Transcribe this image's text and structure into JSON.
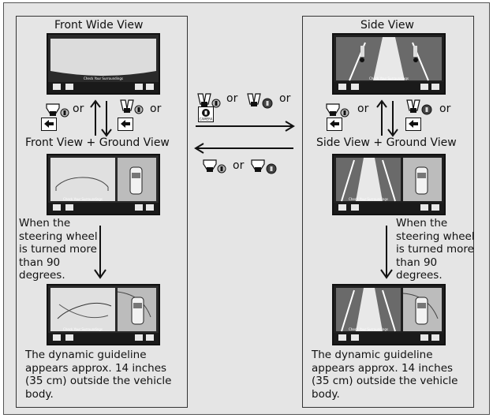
{
  "left_panel": {
    "title": "Front Wide View",
    "middle_label": "Front View + Ground View",
    "turn_caption": [
      "When the",
      "steering wheel",
      "is turned more",
      "than 90",
      "degrees."
    ],
    "bottom_caption": [
      "The dynamic guideline",
      "appears approx. 14 inches",
      "(35 cm) outside the vehicle",
      "body."
    ]
  },
  "right_panel": {
    "title": "Side View",
    "middle_label": "Side View + Ground View",
    "turn_caption": [
      "When the",
      "steering wheel",
      "is turned more",
      "than 90",
      "degrees."
    ],
    "bottom_caption": [
      "The dynamic guideline",
      "appears approx. 14 inches",
      "(35 cm) outside the vehicle",
      "body."
    ]
  },
  "center": {
    "or_1": "or",
    "or_2": "or",
    "or_3": "or"
  },
  "switches": {
    "or_left": "or",
    "or_right": "or"
  },
  "screen": {
    "check_text": "Check Your Surroundings"
  },
  "icons": {
    "camera_button_text": "CAMERA"
  }
}
